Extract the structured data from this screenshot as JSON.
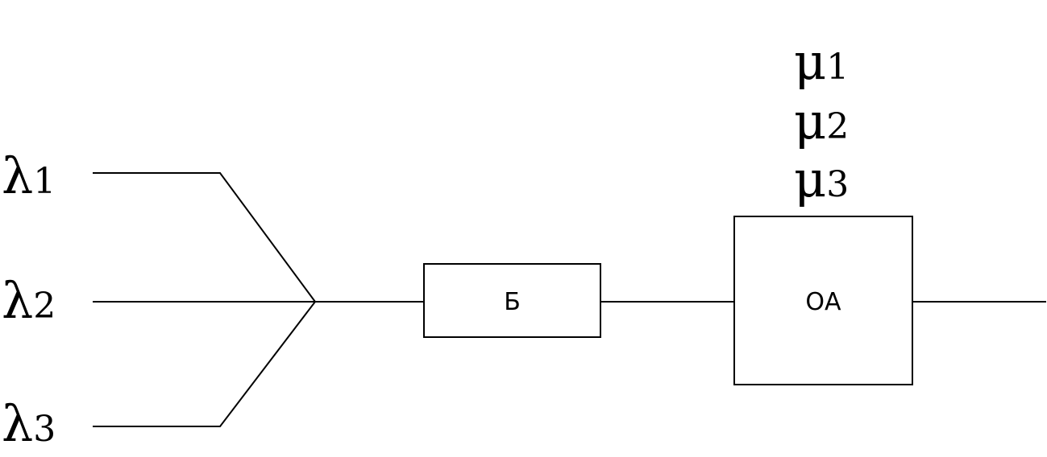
{
  "inputs": [
    {
      "symbol": "λ",
      "index": "1"
    },
    {
      "symbol": "λ",
      "index": "2"
    },
    {
      "symbol": "λ",
      "index": "3"
    }
  ],
  "service_rates": [
    {
      "symbol": "μ",
      "index": "1"
    },
    {
      "symbol": "μ",
      "index": "2"
    },
    {
      "symbol": "μ",
      "index": "3"
    }
  ],
  "buffer": {
    "label": "Б"
  },
  "server": {
    "label": "ОА"
  }
}
